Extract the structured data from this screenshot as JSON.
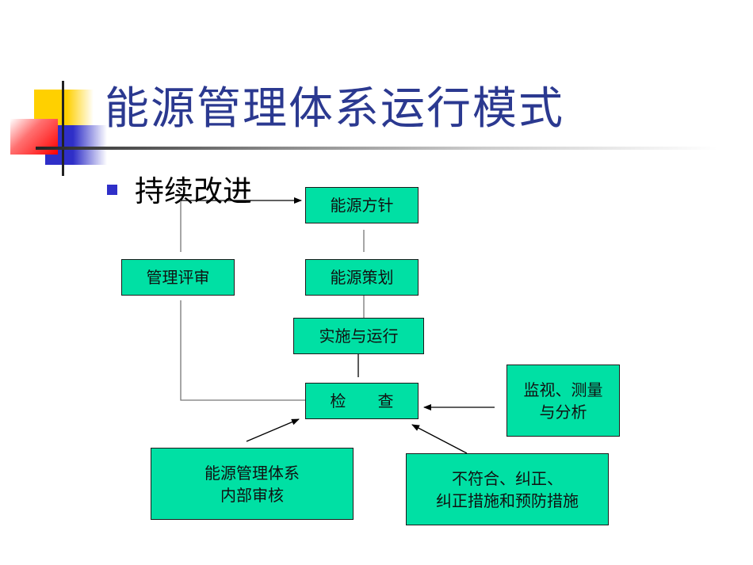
{
  "slide": {
    "title": "能源管理体系运行模式",
    "bullet": "持续改进"
  },
  "colors": {
    "title": "#2b3990",
    "box_fill": "#00e0a4",
    "bullet": "#2f2fc8"
  },
  "diagram": {
    "nodes": {
      "policy": "能源方针",
      "planning": "能源策划",
      "implementation": "实施与运行",
      "check": "检　　查",
      "review": "管理评审",
      "monitoring": [
        "监视、测量",
        "与分析"
      ],
      "internal_audit": [
        "能源管理体系",
        "内部审核"
      ],
      "nonconformity": [
        "不符合、纠正、",
        "纠正措施和预防措施"
      ]
    }
  }
}
